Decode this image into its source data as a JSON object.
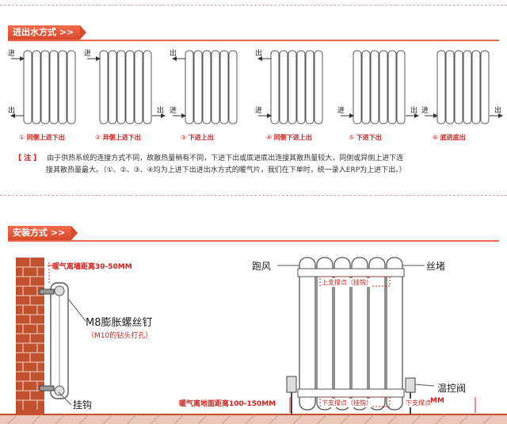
{
  "section1": {
    "title": "进出水方式 >>"
  },
  "diagrams": [
    {
      "num": "①",
      "label": "同侧上进下出",
      "top_in": "进",
      "top_out": "",
      "bot_in": "",
      "bot_out": "出"
    },
    {
      "num": "②",
      "label": "异侧上进下出",
      "top_in": "进",
      "top_out": "",
      "bot_in": "",
      "bot_out": "出"
    },
    {
      "num": "③",
      "label": "下进上出",
      "top_in": "",
      "top_out": "出",
      "bot_in": "进",
      "bot_out": ""
    },
    {
      "num": "④",
      "label": "同侧下进上出",
      "top_in": "",
      "top_out": "出",
      "bot_in": "进",
      "bot_out": ""
    },
    {
      "num": "⑤",
      "label": "下进下出",
      "top_in": "",
      "top_out": "",
      "bot_in": "进",
      "bot_out": "出"
    },
    {
      "num": "⑥",
      "label": "底进底出",
      "top_in": "",
      "top_out": "",
      "bot_in": "进",
      "bot_out": "出"
    }
  ],
  "note": {
    "tag": "【 注 】",
    "line1": "由于供热系统的连接方式不同，故散热量稍有不同，下进下出或底进底出连接其散热量较大，同侧或异侧上进下连",
    "line2": "接其散热量最大。（①、②、③、④均为上进下出进出水方式的暖气片，我们在下单时，统一录入ERP为上进下出。）"
  },
  "section2": {
    "title": "安装方式 >>"
  },
  "install_left": {
    "wall_distance": "暖气离墙距离30-50MM",
    "bolt": "M8膨胀螺丝钉",
    "bolt_note": "（M10的钻头打孔）",
    "hook": "挂钩"
  },
  "install_right": {
    "vent": "跑风",
    "plug": "丝堵",
    "upper_support": "上支撑点（挂钩）",
    "lower_support": "下支撑点（挂钩）",
    "lower_support2": "下支撑点",
    "thermo_valve": "温控阀",
    "floor_distance": "暖气离地面距离100-150MM",
    "mm_tail": "MM"
  },
  "colors": {
    "accent": "#e86a4d",
    "red_text": "#d0201c",
    "brick": "#c0502e"
  }
}
